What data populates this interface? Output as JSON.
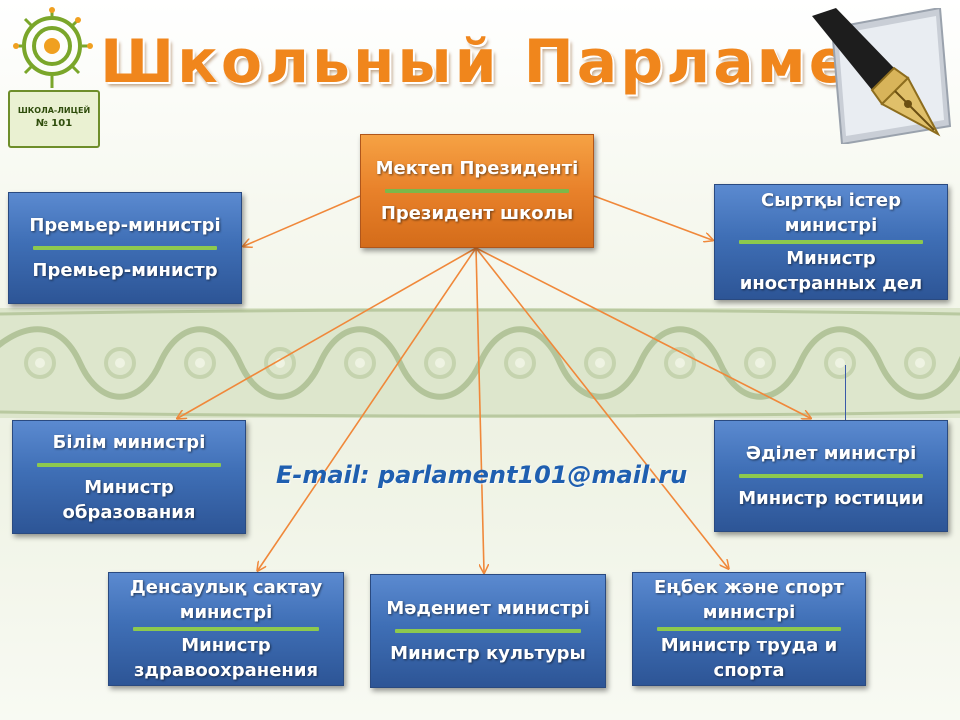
{
  "title": "Школьный  Парламент",
  "school_badge": {
    "line1": "ШКОЛА-ЛИЦЕЙ",
    "line2": "№ 101"
  },
  "email": "E-mail: parlament101@mail.ru",
  "colors": {
    "title": "#f0861c",
    "node": "#3f6fb6",
    "president_node": "#e8812a",
    "separator": "#8dc94e",
    "arrow": "#f0883a",
    "email": "#1f5fb0"
  },
  "nodes": {
    "president": {
      "kz": "Мектеп Президенті",
      "ru": "Президент школы"
    },
    "prime_minister": {
      "kz": "Премьер-министрі",
      "ru": "Премьер-министр"
    },
    "foreign_affairs": {
      "kz": "Сыртқы істер министрі",
      "ru": "Министр иностранных дел"
    },
    "education": {
      "kz": "Білім министрі",
      "ru": "Министр образования"
    },
    "justice": {
      "kz": "Әділет министрі",
      "ru": "Министр юстиции"
    },
    "health": {
      "kz": "Денсаулық сактау министрі",
      "ru": "Министр здравоохранения"
    },
    "culture": {
      "kz": "Мәдениет министрі",
      "ru": "Министр культуры"
    },
    "labor_sport": {
      "kz": "Еңбек және спорт министрі",
      "ru": "Министр труда и спорта"
    }
  }
}
